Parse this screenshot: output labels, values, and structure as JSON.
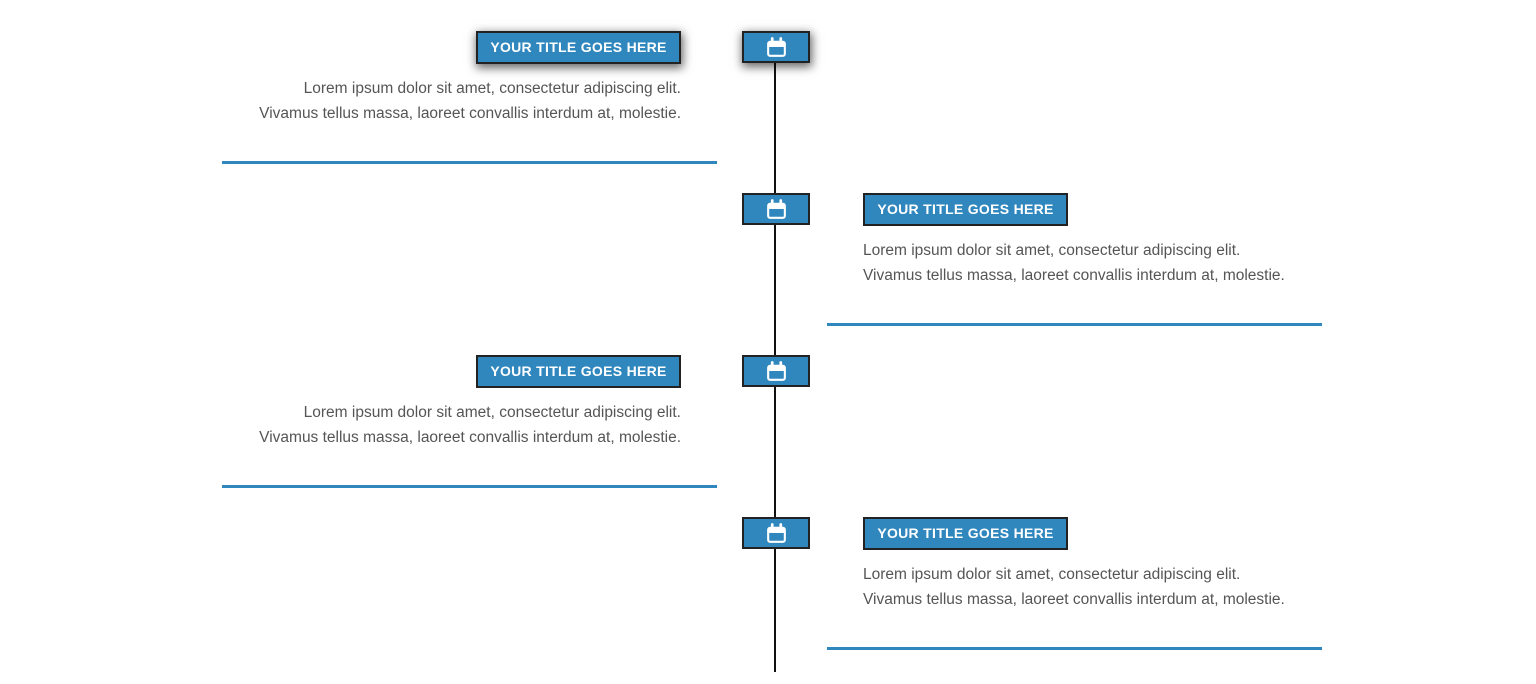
{
  "colors": {
    "accent": "#2F87BE",
    "badge_border": "#222222",
    "line_color": "#111111",
    "body_text": "#555555",
    "title_text": "#FFFFFF"
  },
  "timeline": {
    "items": [
      {
        "side": "left",
        "highlighted": true,
        "title": "YOUR TITLE GOES HERE",
        "icon": "calendar-icon",
        "desc_line1": "Lorem ipsum dolor sit amet, consectetur adipiscing elit.",
        "desc_line2": "Vivamus tellus massa, laoreet convallis interdum at, molestie."
      },
      {
        "side": "right",
        "highlighted": false,
        "title": "YOUR TITLE GOES HERE",
        "icon": "calendar-icon",
        "desc_line1": "Lorem ipsum dolor sit amet, consectetur adipiscing elit.",
        "desc_line2": "Vivamus tellus massa, laoreet convallis interdum at, molestie."
      },
      {
        "side": "left",
        "highlighted": false,
        "title": "YOUR TITLE GOES HERE",
        "icon": "calendar-icon",
        "desc_line1": "Lorem ipsum dolor sit amet, consectetur adipiscing elit.",
        "desc_line2": "Vivamus tellus massa, laoreet convallis interdum at, molestie."
      },
      {
        "side": "right",
        "highlighted": false,
        "title": "YOUR TITLE GOES HERE",
        "icon": "calendar-icon",
        "desc_line1": "Lorem ipsum dolor sit amet, consectetur adipiscing elit.",
        "desc_line2": "Vivamus tellus massa, laoreet convallis interdum at, molestie."
      }
    ]
  }
}
